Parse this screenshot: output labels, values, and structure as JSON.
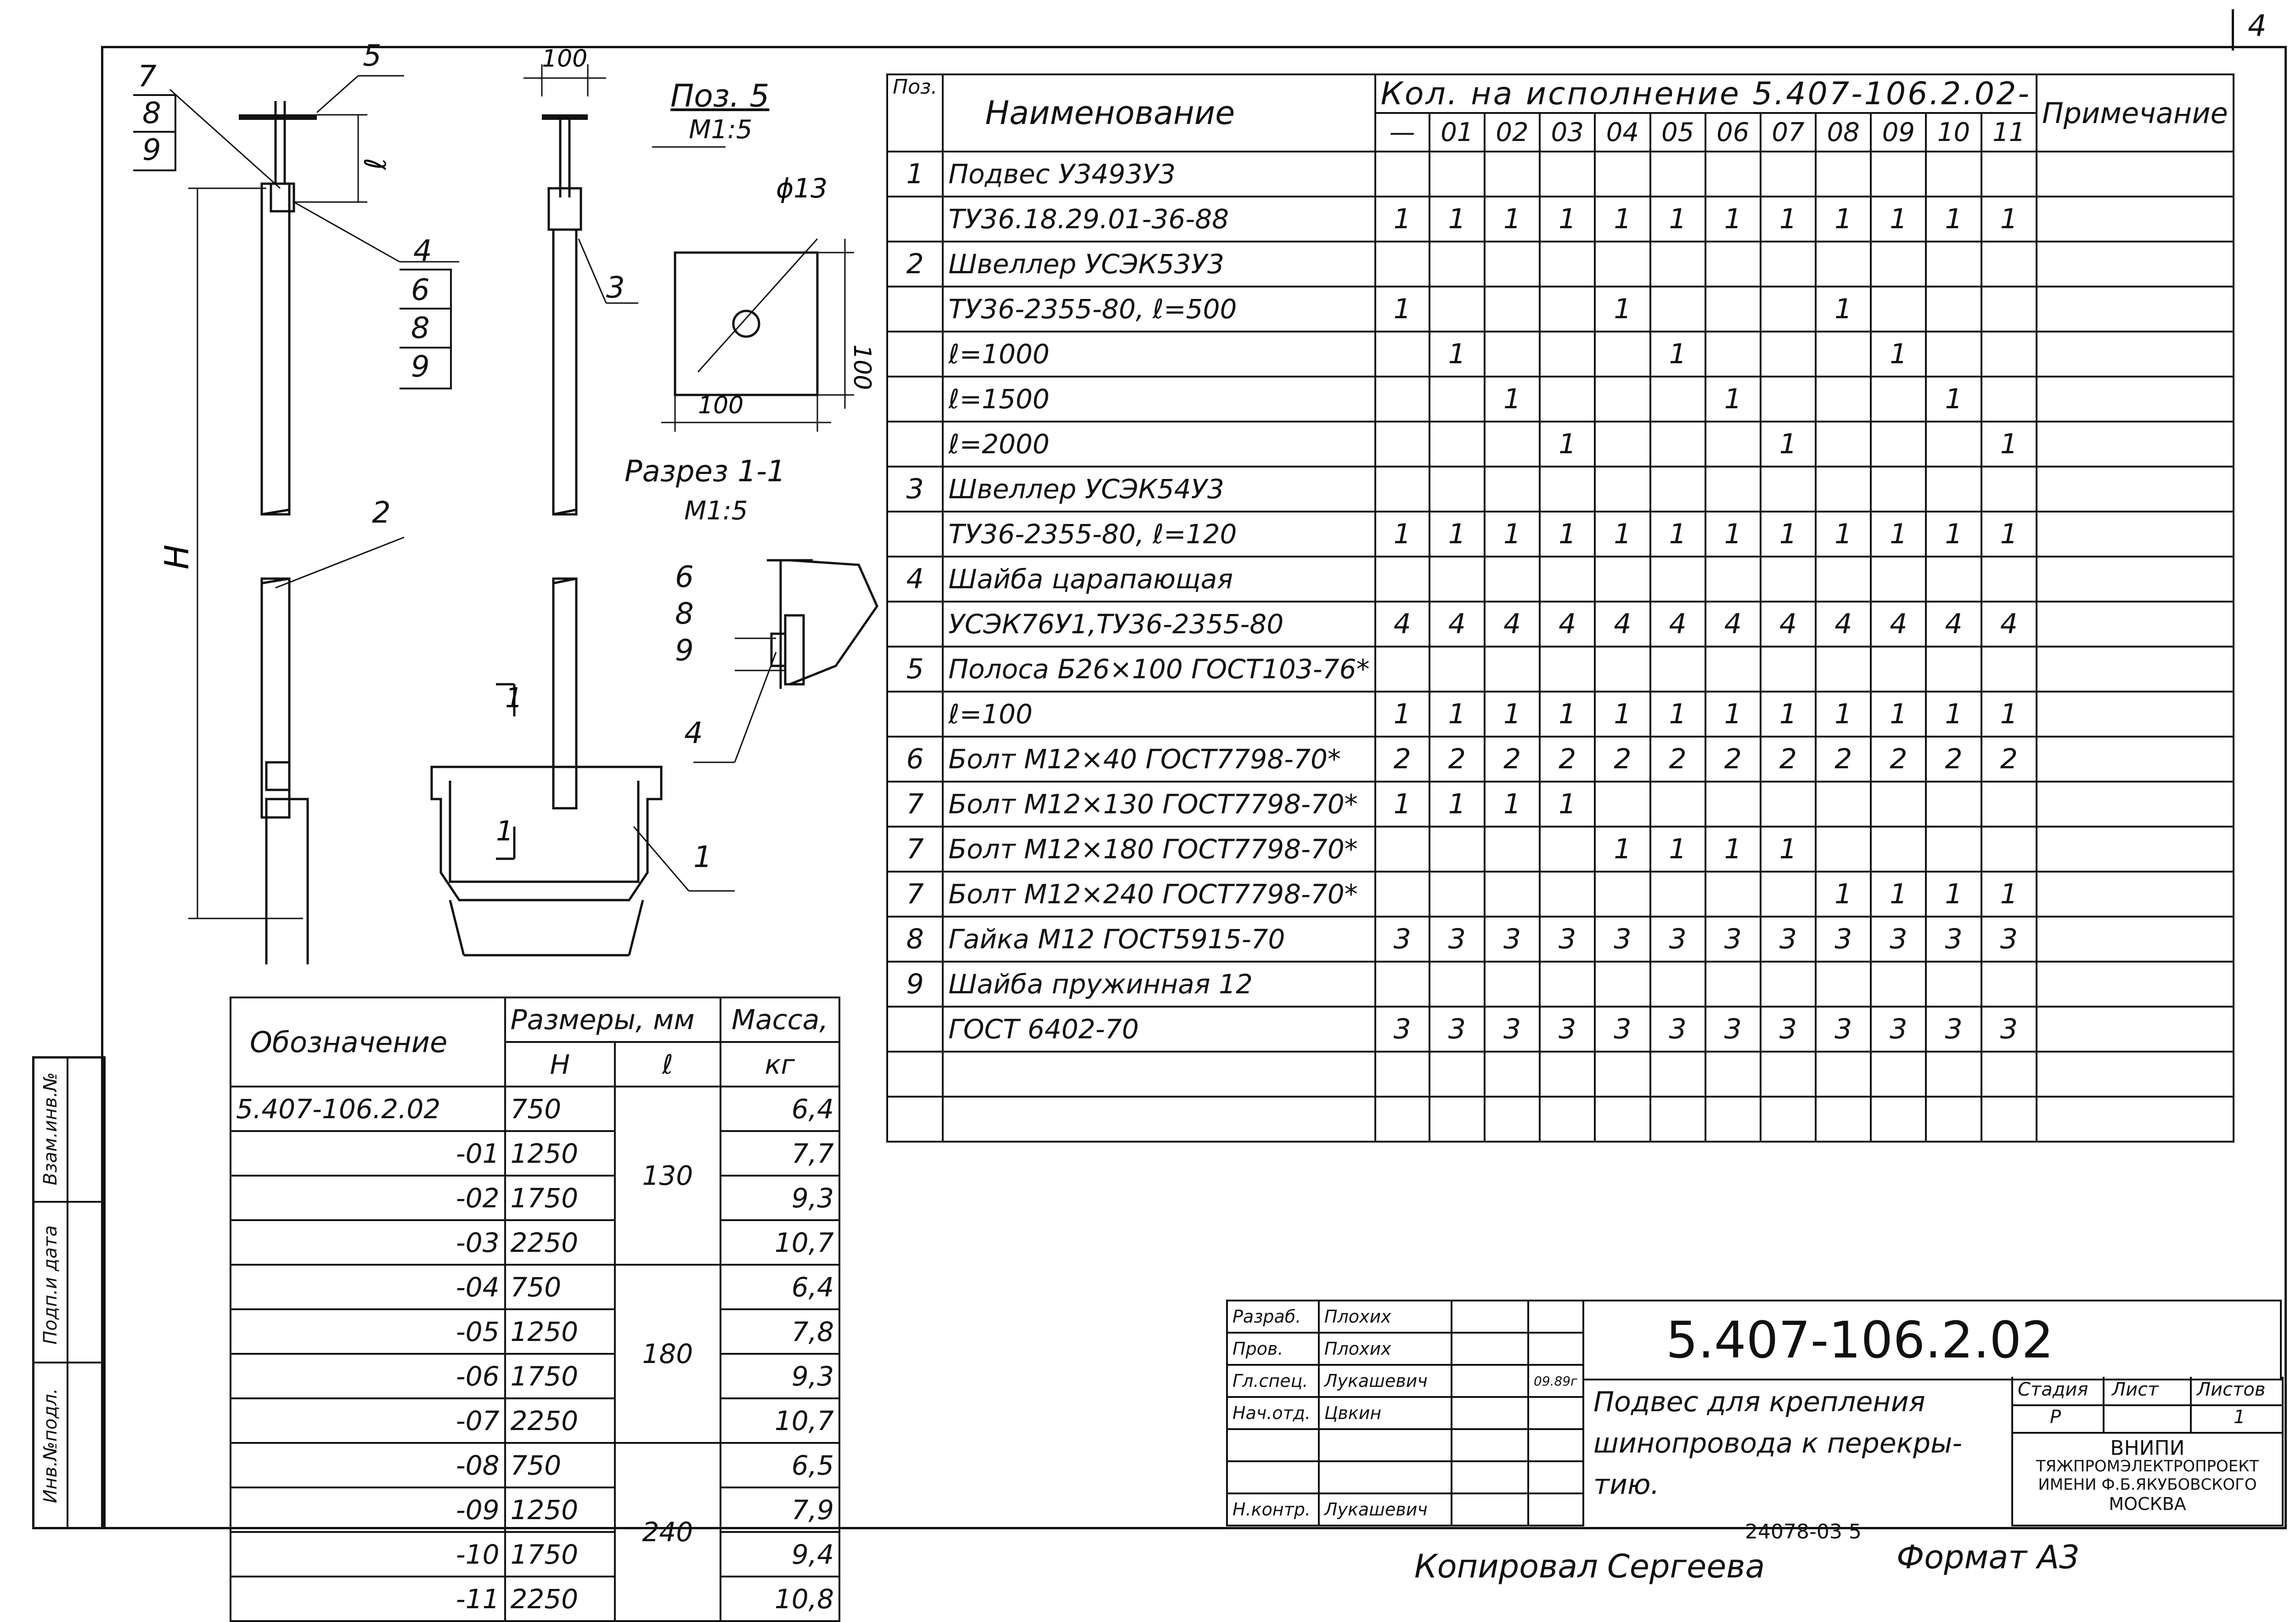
{
  "sheet_number": "4",
  "spec_table": {
    "headers": {
      "pos": "Поз.",
      "name": "Наименование",
      "kol": "Кол. на исполнение 5.407-106.2.02-",
      "note": "Примечание",
      "variants": [
        "—",
        "01",
        "02",
        "03",
        "04",
        "05",
        "06",
        "07",
        "08",
        "09",
        "10",
        "11"
      ]
    },
    "rows": [
      {
        "pos": "1",
        "name": "Подвес У3493У3",
        "q": [
          "",
          "",
          "",
          "",
          "",
          "",
          "",
          "",
          "",
          "",
          "",
          ""
        ]
      },
      {
        "pos": "",
        "name": "ТУ36.18.29.01-36-88",
        "q": [
          "1",
          "1",
          "1",
          "1",
          "1",
          "1",
          "1",
          "1",
          "1",
          "1",
          "1",
          "1"
        ]
      },
      {
        "pos": "2",
        "name": "Швеллер УСЭК53У3",
        "q": [
          "",
          "",
          "",
          "",
          "",
          "",
          "",
          "",
          "",
          "",
          "",
          ""
        ]
      },
      {
        "pos": "",
        "name": "ТУ36-2355-80, ℓ=500",
        "q": [
          "1",
          "",
          "",
          "",
          "1",
          "",
          "",
          "",
          "1",
          "",
          "",
          ""
        ]
      },
      {
        "pos": "",
        "name": "ℓ=1000",
        "q": [
          "",
          "1",
          "",
          "",
          "",
          "1",
          "",
          "",
          "",
          "1",
          "",
          ""
        ]
      },
      {
        "pos": "",
        "name": "ℓ=1500",
        "q": [
          "",
          "",
          "1",
          "",
          "",
          "",
          "1",
          "",
          "",
          "",
          "1",
          ""
        ]
      },
      {
        "pos": "",
        "name": "ℓ=2000",
        "q": [
          "",
          "",
          "",
          "1",
          "",
          "",
          "",
          "1",
          "",
          "",
          "",
          "1"
        ]
      },
      {
        "pos": "3",
        "name": "Швеллер УСЭК54У3",
        "q": [
          "",
          "",
          "",
          "",
          "",
          "",
          "",
          "",
          "",
          "",
          "",
          ""
        ]
      },
      {
        "pos": "",
        "name": "ТУ36-2355-80, ℓ=120",
        "q": [
          "1",
          "1",
          "1",
          "1",
          "1",
          "1",
          "1",
          "1",
          "1",
          "1",
          "1",
          "1"
        ]
      },
      {
        "pos": "4",
        "name": "Шайба царапающая",
        "q": [
          "",
          "",
          "",
          "",
          "",
          "",
          "",
          "",
          "",
          "",
          "",
          ""
        ]
      },
      {
        "pos": "",
        "name": "УСЭК76У1,ТУ36-2355-80",
        "q": [
          "4",
          "4",
          "4",
          "4",
          "4",
          "4",
          "4",
          "4",
          "4",
          "4",
          "4",
          "4"
        ]
      },
      {
        "pos": "5",
        "name": "Полоса Б26×100 ГОСТ103-76*",
        "q": [
          "",
          "",
          "",
          "",
          "",
          "",
          "",
          "",
          "",
          "",
          "",
          ""
        ]
      },
      {
        "pos": "",
        "name": "ℓ=100",
        "q": [
          "1",
          "1",
          "1",
          "1",
          "1",
          "1",
          "1",
          "1",
          "1",
          "1",
          "1",
          "1"
        ]
      },
      {
        "pos": "6",
        "name": "Болт М12×40 ГОСТ7798-70*",
        "q": [
          "2",
          "2",
          "2",
          "2",
          "2",
          "2",
          "2",
          "2",
          "2",
          "2",
          "2",
          "2"
        ]
      },
      {
        "pos": "7",
        "name": "Болт М12×130 ГОСТ7798-70*",
        "q": [
          "1",
          "1",
          "1",
          "1",
          "",
          "",
          "",
          "",
          "",
          "",
          "",
          ""
        ]
      },
      {
        "pos": "7",
        "name": "Болт М12×180 ГОСТ7798-70*",
        "q": [
          "",
          "",
          "",
          "",
          "1",
          "1",
          "1",
          "1",
          "",
          "",
          "",
          ""
        ]
      },
      {
        "pos": "7",
        "name": "Болт М12×240 ГОСТ7798-70*",
        "q": [
          "",
          "",
          "",
          "",
          "",
          "",
          "",
          "",
          "1",
          "1",
          "1",
          "1"
        ]
      },
      {
        "pos": "8",
        "name": "Гайка М12 ГОСТ5915-70",
        "q": [
          "3",
          "3",
          "3",
          "3",
          "3",
          "3",
          "3",
          "3",
          "3",
          "3",
          "3",
          "3"
        ]
      },
      {
        "pos": "9",
        "name": "Шайба пружинная 12",
        "q": [
          "",
          "",
          "",
          "",
          "",
          "",
          "",
          "",
          "",
          "",
          "",
          ""
        ]
      },
      {
        "pos": "",
        "name": "ГОСТ 6402-70",
        "q": [
          "3",
          "3",
          "3",
          "3",
          "3",
          "3",
          "3",
          "3",
          "3",
          "3",
          "3",
          "3"
        ]
      },
      {
        "pos": "",
        "name": "",
        "q": [
          "",
          "",
          "",
          "",
          "",
          "",
          "",
          "",
          "",
          "",
          "",
          ""
        ]
      },
      {
        "pos": "",
        "name": "",
        "q": [
          "",
          "",
          "",
          "",
          "",
          "",
          "",
          "",
          "",
          "",
          "",
          ""
        ]
      }
    ]
  },
  "dims_table": {
    "h_designation": "Обозначение",
    "h_sizes": "Размеры, мм",
    "h_H": "H",
    "h_l": "ℓ",
    "h_mass": "Масса,",
    "h_mass_unit": "кг",
    "rows": [
      {
        "d": "5.407-106.2.02",
        "H": "750",
        "m": "6,4"
      },
      {
        "d": "-01",
        "H": "1250",
        "m": "7,7"
      },
      {
        "d": "-02",
        "H": "1750",
        "m": "9,3"
      },
      {
        "d": "-03",
        "H": "2250",
        "m": "10,7"
      },
      {
        "d": "-04",
        "H": "750",
        "m": "6,4"
      },
      {
        "d": "-05",
        "H": "1250",
        "m": "7,8"
      },
      {
        "d": "-06",
        "H": "1750",
        "m": "9,3"
      },
      {
        "d": "-07",
        "H": "2250",
        "m": "10,7"
      },
      {
        "d": "-08",
        "H": "750",
        "m": "6,5"
      },
      {
        "d": "-09",
        "H": "1250",
        "m": "7,9"
      },
      {
        "d": "-10",
        "H": "1750",
        "m": "9,4"
      },
      {
        "d": "-11",
        "H": "2250",
        "m": "10,8"
      }
    ],
    "l_groups": [
      "130",
      "180",
      "240"
    ]
  },
  "drawing": {
    "pos5_title": "Поз. 5",
    "pos5_scale": "М1:5",
    "section_title": "Разрез 1-1",
    "section_scale": "М1:5",
    "dim_100_top": "100",
    "dim_100_side": "100",
    "dim_100_bottom": "100",
    "dim_d13": "ϕ13",
    "dim_l": "ℓ",
    "dim_H": "H",
    "cut_mark": "1",
    "callouts_left": [
      "7",
      "8",
      "9",
      "5",
      "4",
      "6",
      "8",
      "9",
      "2"
    ],
    "callouts_mid": [
      "3",
      "1"
    ],
    "callouts_section": [
      "6",
      "8",
      "9",
      "4"
    ]
  },
  "side_stamp": {
    "labels": [
      "Взам.инв.№",
      "Подп.и дата",
      "Инв.№подл."
    ]
  },
  "title_block": {
    "code": "5.407-106.2.02",
    "title_line1": "Подвес для крепления",
    "title_line2": "шинопровода к перекры-",
    "title_line3": "тию.",
    "roles": [
      "Разраб.",
      "Пров.",
      "Гл.спец.",
      "Нач.отд.",
      "",
      "",
      "Н.контр."
    ],
    "names": [
      "Плохих",
      "Плохих",
      "Лукашевич",
      "Цвкин",
      "",
      "",
      "Лукашевич"
    ],
    "date": "09.89г",
    "stage_h": "Стадия",
    "sheet_h": "Лист",
    "sheets_h": "Листов",
    "stage": "Р",
    "sheet": "",
    "sheets": "1",
    "org1": "ВНИПИ",
    "org2": "ТЯЖПРОМЭЛЕКТРОПРОЕКТ",
    "org3": "ИМЕНИ Ф.Б.ЯКУБОВСКОГО",
    "org4": "МОСКВА"
  },
  "footer": {
    "copied": "Копировал",
    "copier": "Сергеева",
    "archive": "24078-03 5",
    "format": "Формат А3"
  }
}
